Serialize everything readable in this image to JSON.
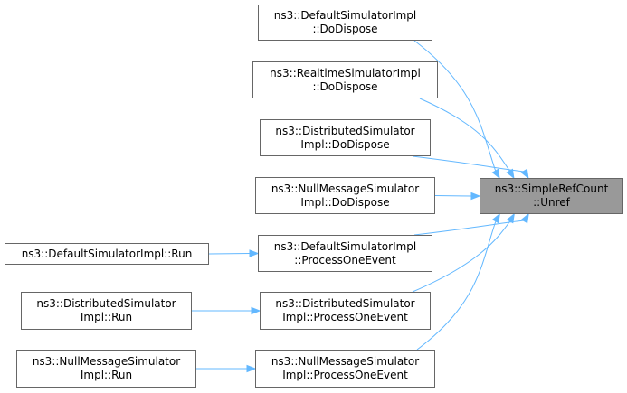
{
  "diagram": {
    "type": "call-graph",
    "colors": {
      "edge": "#63b8ff",
      "node_border": "#666666",
      "node_fill": "#ffffff",
      "root_fill": "#999999"
    },
    "root": {
      "id": "unref",
      "line1": "ns3::SimpleRefCount",
      "line2": "::Unref"
    },
    "nodes": [
      {
        "id": "default_dodispose",
        "line1": "ns3::DefaultSimulatorImpl",
        "line2": "::DoDispose"
      },
      {
        "id": "realtime_dodispose",
        "line1": "ns3::RealtimeSimulatorImpl",
        "line2": "::DoDispose"
      },
      {
        "id": "distributed_dodispose",
        "line1": "ns3::DistributedSimulator",
        "line2": "Impl::DoDispose"
      },
      {
        "id": "nullmsg_dodispose",
        "line1": "ns3::NullMessageSimulator",
        "line2": "Impl::DoDispose"
      },
      {
        "id": "default_processoneevent",
        "line1": "ns3::DefaultSimulatorImpl",
        "line2": "::ProcessOneEvent"
      },
      {
        "id": "distributed_processoneevent",
        "line1": "ns3::DistributedSimulator",
        "line2": "Impl::ProcessOneEvent"
      },
      {
        "id": "nullmsg_processoneevent",
        "line1": "ns3::NullMessageSimulator",
        "line2": "Impl::ProcessOneEvent"
      },
      {
        "id": "default_run",
        "line1": "ns3::DefaultSimulatorImpl::Run",
        "line2": ""
      },
      {
        "id": "distributed_run",
        "line1": "ns3::DistributedSimulator",
        "line2": "Impl::Run"
      },
      {
        "id": "nullmsg_run",
        "line1": "ns3::NullMessageSimulator",
        "line2": "Impl::Run"
      }
    ],
    "edges": [
      {
        "from": "default_dodispose",
        "to": "unref"
      },
      {
        "from": "realtime_dodispose",
        "to": "unref"
      },
      {
        "from": "distributed_dodispose",
        "to": "unref"
      },
      {
        "from": "nullmsg_dodispose",
        "to": "unref"
      },
      {
        "from": "default_processoneevent",
        "to": "unref"
      },
      {
        "from": "distributed_processoneevent",
        "to": "unref"
      },
      {
        "from": "nullmsg_processoneevent",
        "to": "unref"
      },
      {
        "from": "default_run",
        "to": "default_processoneevent"
      },
      {
        "from": "distributed_run",
        "to": "distributed_processoneevent"
      },
      {
        "from": "nullmsg_run",
        "to": "nullmsg_processoneevent"
      }
    ]
  }
}
